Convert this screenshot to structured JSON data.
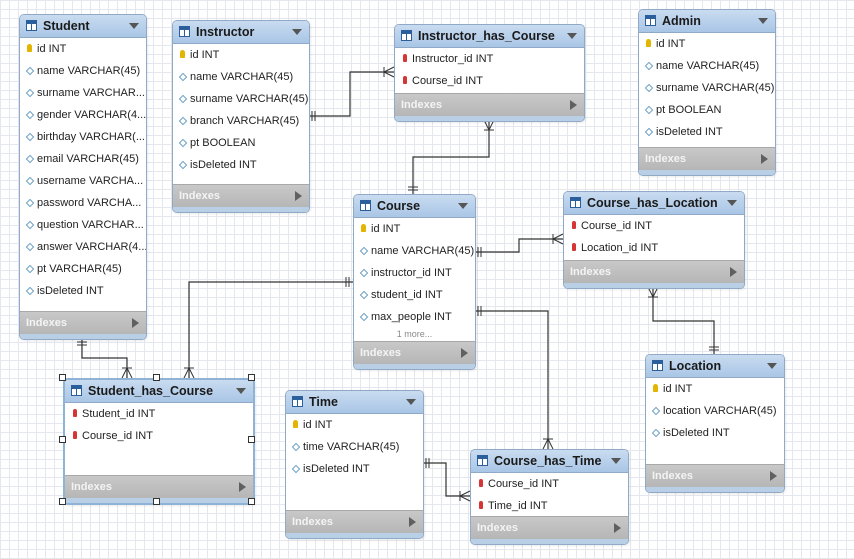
{
  "diagram": {
    "indexes_label": "Indexes",
    "tables": [
      {
        "id": "student",
        "name": "Student",
        "selected": false,
        "columns": [
          {
            "key": "pk",
            "text": "id INT"
          },
          {
            "key": "col",
            "text": "name VARCHAR(45)"
          },
          {
            "key": "col",
            "text": "surname VARCHAR..."
          },
          {
            "key": "col",
            "text": "gender VARCHAR(4..."
          },
          {
            "key": "col",
            "text": "birthday VARCHAR(..."
          },
          {
            "key": "col",
            "text": "email VARCHAR(45)"
          },
          {
            "key": "col",
            "text": "username VARCHA..."
          },
          {
            "key": "col",
            "text": "password VARCHA..."
          },
          {
            "key": "col",
            "text": "question VARCHAR..."
          },
          {
            "key": "col",
            "text": "answer VARCHAR(4..."
          },
          {
            "key": "col",
            "text": "pt VARCHAR(45)"
          },
          {
            "key": "col",
            "text": "isDeleted INT"
          }
        ]
      },
      {
        "id": "instructor",
        "name": "Instructor",
        "selected": false,
        "columns": [
          {
            "key": "pk",
            "text": "id INT"
          },
          {
            "key": "col",
            "text": "name VARCHAR(45)"
          },
          {
            "key": "col",
            "text": "surname VARCHAR(45)"
          },
          {
            "key": "col",
            "text": "branch VARCHAR(45)"
          },
          {
            "key": "col",
            "text": "pt BOOLEAN"
          },
          {
            "key": "col",
            "text": "isDeleted INT"
          }
        ]
      },
      {
        "id": "instructor_has_course",
        "name": "Instructor_has_Course",
        "selected": false,
        "columns": [
          {
            "key": "fk",
            "text": "Instructor_id INT"
          },
          {
            "key": "fk",
            "text": "Course_id INT"
          }
        ]
      },
      {
        "id": "admin",
        "name": "Admin",
        "selected": false,
        "columns": [
          {
            "key": "pk",
            "text": "id INT"
          },
          {
            "key": "col",
            "text": "name VARCHAR(45)"
          },
          {
            "key": "col",
            "text": "surname VARCHAR(45)"
          },
          {
            "key": "col",
            "text": "pt BOOLEAN"
          },
          {
            "key": "col",
            "text": "isDeleted INT"
          }
        ]
      },
      {
        "id": "course",
        "name": "Course",
        "selected": false,
        "more": "1 more...",
        "columns": [
          {
            "key": "pk",
            "text": "id INT"
          },
          {
            "key": "col",
            "text": "name VARCHAR(45)"
          },
          {
            "key": "col",
            "text": "instructor_id INT"
          },
          {
            "key": "col",
            "text": "student_id INT"
          },
          {
            "key": "col",
            "text": "max_people INT"
          }
        ]
      },
      {
        "id": "course_has_location",
        "name": "Course_has_Location",
        "selected": false,
        "columns": [
          {
            "key": "fk",
            "text": "Course_id INT"
          },
          {
            "key": "fk",
            "text": "Location_id INT"
          }
        ]
      },
      {
        "id": "location",
        "name": "Location",
        "selected": false,
        "columns": [
          {
            "key": "pk",
            "text": "id INT"
          },
          {
            "key": "col",
            "text": "location VARCHAR(45)"
          },
          {
            "key": "col",
            "text": "isDeleted INT"
          }
        ]
      },
      {
        "id": "student_has_course",
        "name": "Student_has_Course",
        "selected": true,
        "columns": [
          {
            "key": "fk",
            "text": "Student_id INT"
          },
          {
            "key": "fk",
            "text": "Course_id INT"
          }
        ]
      },
      {
        "id": "time",
        "name": "Time",
        "selected": false,
        "columns": [
          {
            "key": "pk",
            "text": "id INT"
          },
          {
            "key": "col",
            "text": "time VARCHAR(45)"
          },
          {
            "key": "col",
            "text": "isDeleted INT"
          }
        ]
      },
      {
        "id": "course_has_time",
        "name": "Course_has_Time",
        "selected": false,
        "columns": [
          {
            "key": "fk",
            "text": "Course_id INT"
          },
          {
            "key": "fk",
            "text": "Time_id INT"
          }
        ]
      }
    ],
    "relationships": [
      {
        "from": "instructor",
        "to": "instructor_has_course"
      },
      {
        "from": "course",
        "to": "instructor_has_course"
      },
      {
        "from": "course",
        "to": "course_has_location"
      },
      {
        "from": "location",
        "to": "course_has_location"
      },
      {
        "from": "course",
        "to": "student_has_course"
      },
      {
        "from": "student",
        "to": "student_has_course"
      },
      {
        "from": "course",
        "to": "course_has_time"
      },
      {
        "from": "time",
        "to": "course_has_time"
      }
    ]
  }
}
